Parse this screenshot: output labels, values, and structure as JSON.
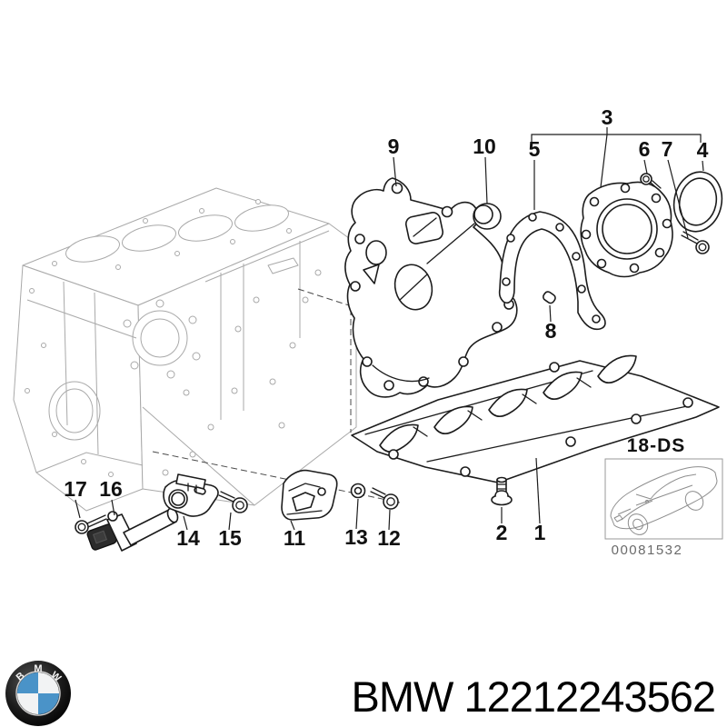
{
  "diagram": {
    "callouts": [
      {
        "label": "9"
      },
      {
        "label": "10"
      },
      {
        "label": "5"
      },
      {
        "label": "3"
      },
      {
        "label": "6"
      },
      {
        "label": "7"
      },
      {
        "label": "4"
      },
      {
        "label": "8"
      },
      {
        "label": "17"
      },
      {
        "label": "16"
      },
      {
        "label": "14"
      },
      {
        "label": "15"
      },
      {
        "label": "11"
      },
      {
        "label": "13"
      },
      {
        "label": "12"
      },
      {
        "label": "2"
      },
      {
        "label": "1"
      }
    ],
    "variant_code": "18-DS",
    "image_code": "00081532"
  },
  "footer": {
    "label": "BMW 12212243562"
  },
  "logo": {
    "letters": [
      "B",
      "M",
      "W"
    ],
    "colors": {
      "blue": "#4a93c8",
      "white": "#f2f3f4",
      "ring": "#141414"
    }
  }
}
